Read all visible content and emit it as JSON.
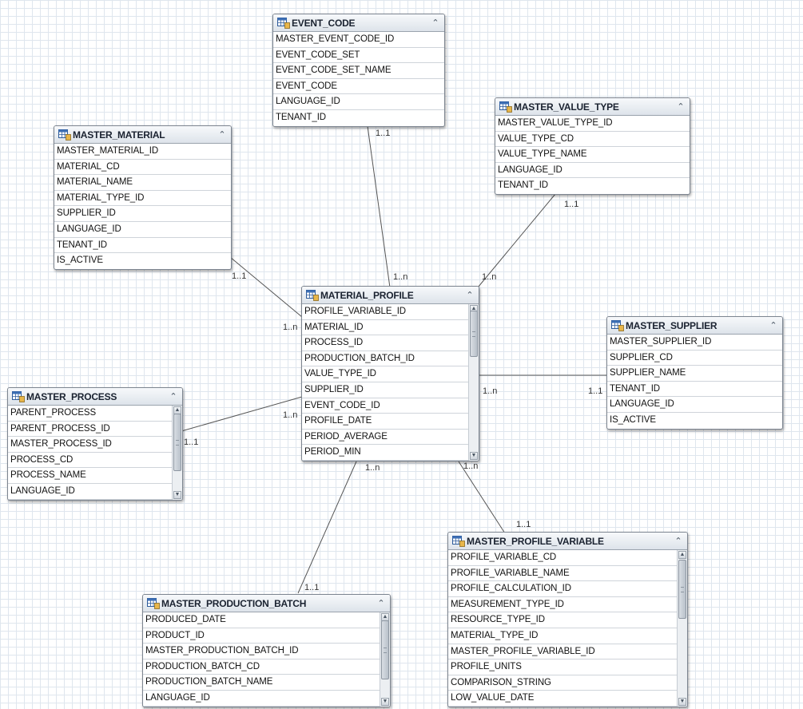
{
  "entities": {
    "event_code": {
      "title": "EVENT_CODE",
      "fields": [
        "MASTER_EVENT_CODE_ID",
        "EVENT_CODE_SET",
        "EVENT_CODE_SET_NAME",
        "EVENT_CODE",
        "LANGUAGE_ID",
        "TENANT_ID"
      ]
    },
    "master_value_type": {
      "title": "MASTER_VALUE_TYPE",
      "fields": [
        "MASTER_VALUE_TYPE_ID",
        "VALUE_TYPE_CD",
        "VALUE_TYPE_NAME",
        "LANGUAGE_ID",
        "TENANT_ID"
      ]
    },
    "master_material": {
      "title": "MASTER_MATERIAL",
      "fields": [
        "MASTER_MATERIAL_ID",
        "MATERIAL_CD",
        "MATERIAL_NAME",
        "MATERIAL_TYPE_ID",
        "SUPPLIER_ID",
        "LANGUAGE_ID",
        "TENANT_ID",
        "IS_ACTIVE"
      ]
    },
    "material_profile": {
      "title": "MATERIAL_PROFILE",
      "fields": [
        "PROFILE_VARIABLE_ID",
        "MATERIAL_ID",
        "PROCESS_ID",
        "PRODUCTION_BATCH_ID",
        "VALUE_TYPE_ID",
        "SUPPLIER_ID",
        "EVENT_CODE_ID",
        "PROFILE_DATE",
        "PERIOD_AVERAGE",
        "PERIOD_MIN"
      ]
    },
    "master_supplier": {
      "title": "MASTER_SUPPLIER",
      "fields": [
        "MASTER_SUPPLIER_ID",
        "SUPPLIER_CD",
        "SUPPLIER_NAME",
        "TENANT_ID",
        "LANGUAGE_ID",
        "IS_ACTIVE"
      ]
    },
    "master_process": {
      "title": "MASTER_PROCESS",
      "fields": [
        "PARENT_PROCESS",
        "PARENT_PROCESS_ID",
        "MASTER_PROCESS_ID",
        "PROCESS_CD",
        "PROCESS_NAME",
        "LANGUAGE_ID"
      ]
    },
    "master_profile_variable": {
      "title": "MASTER_PROFILE_VARIABLE",
      "fields": [
        "PROFILE_VARIABLE_CD",
        "PROFILE_VARIABLE_NAME",
        "PROFILE_CALCULATION_ID",
        "MEASUREMENT_TYPE_ID",
        "RESOURCE_TYPE_ID",
        "MATERIAL_TYPE_ID",
        "MASTER_PROFILE_VARIABLE_ID",
        "PROFILE_UNITS",
        "COMPARISON_STRING",
        "LOW_VALUE_DATE"
      ]
    },
    "master_production_batch": {
      "title": "MASTER_PRODUCTION_BATCH",
      "fields": [
        "PRODUCED_DATE",
        "PRODUCT_ID",
        "MASTER_PRODUCTION_BATCH_ID",
        "PRODUCTION_BATCH_CD",
        "PRODUCTION_BATCH_NAME",
        "LANGUAGE_ID"
      ]
    }
  },
  "multiplicity": {
    "event_code_one": "1..1",
    "event_code_many": "1..n",
    "value_type_one": "1..1",
    "value_type_many": "1..n",
    "material_one": "1..1",
    "material_many": "1..n",
    "supplier_many": "1..n",
    "supplier_one": "1..1",
    "process_many": "1..n",
    "process_one": "1..1",
    "batch_many": "1..n",
    "batch_one": "1..1",
    "variable_many": "1..n",
    "variable_one": "1..1"
  },
  "icons": {
    "entity": "table-icon",
    "collapse": "collapse-icon"
  },
  "colors": {
    "grid": "#dfe6ee",
    "connector": "#555555",
    "entity_border": "#7d8590"
  }
}
